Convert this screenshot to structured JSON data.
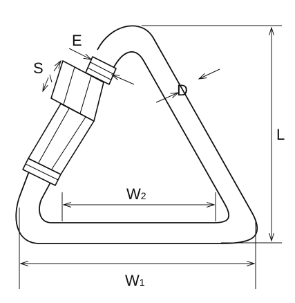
{
  "dimensions": {
    "E": {
      "label": "E"
    },
    "S": {
      "label": "S"
    },
    "D": {
      "label": "D"
    },
    "L": {
      "label": "L"
    },
    "W2": {
      "label": "W",
      "subscript": "2"
    },
    "W1": {
      "label": "W",
      "subscript": "1"
    }
  }
}
